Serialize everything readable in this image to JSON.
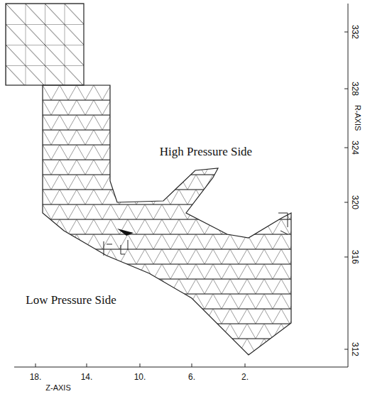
{
  "diagram": {
    "labels": [
      "High Pressure Side",
      "Low Pressure Side",
      "332",
      "328",
      "324",
      "320",
      "316",
      "312",
      "R-AXIS",
      "18.",
      "14.",
      "10.",
      "6.",
      "2.",
      "Z-AXIS"
    ]
  }
}
